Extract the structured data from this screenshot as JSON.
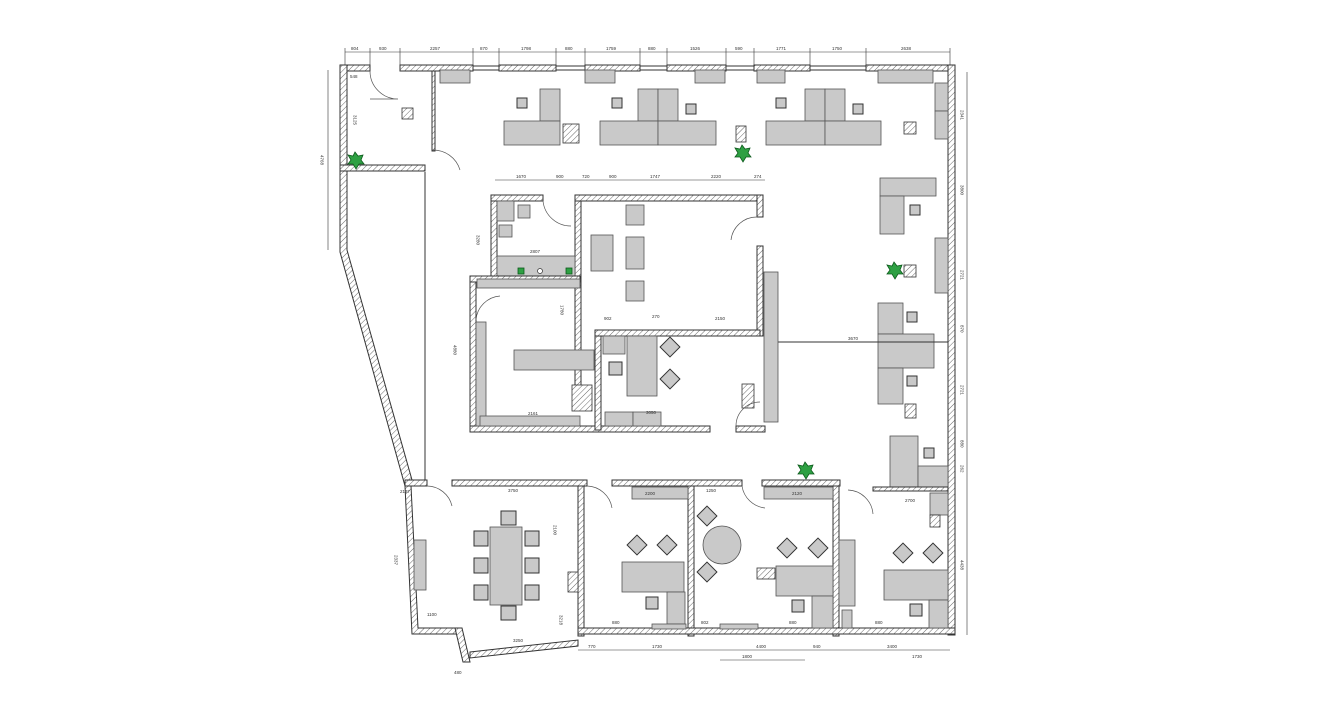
{
  "plan": {
    "dims_top": [
      "804",
      "930",
      "2257",
      "870",
      "1798",
      "880",
      "1759",
      "880",
      "1526",
      "590",
      "1771",
      "1750",
      "2638"
    ],
    "dims_center_top": [
      "1670",
      "900",
      "720",
      "900",
      "1747",
      "2220",
      "274"
    ],
    "dims_inner": [
      "2807",
      "3280",
      "1780",
      "4880",
      "2161",
      "3050",
      "902",
      "270",
      "2150",
      "3670",
      "2200",
      "1250",
      "2120",
      "3750",
      "2700",
      "2337",
      "1100",
      "3250",
      "3218",
      "2100",
      "480"
    ],
    "dims_right": [
      "2341",
      "3800",
      "2721",
      "870",
      "2721",
      "880",
      "262",
      "4438"
    ],
    "dims_left": [
      "4768",
      "3125",
      "548",
      "2137"
    ],
    "dims_bottom": [
      "770",
      "880",
      "1730",
      "802",
      "4400",
      "1800",
      "880",
      "940",
      "3400",
      "880",
      "1730"
    ],
    "colors": {
      "wall": "#333333",
      "furniture": "#c9c9c9",
      "plant": "#2ea043"
    }
  }
}
